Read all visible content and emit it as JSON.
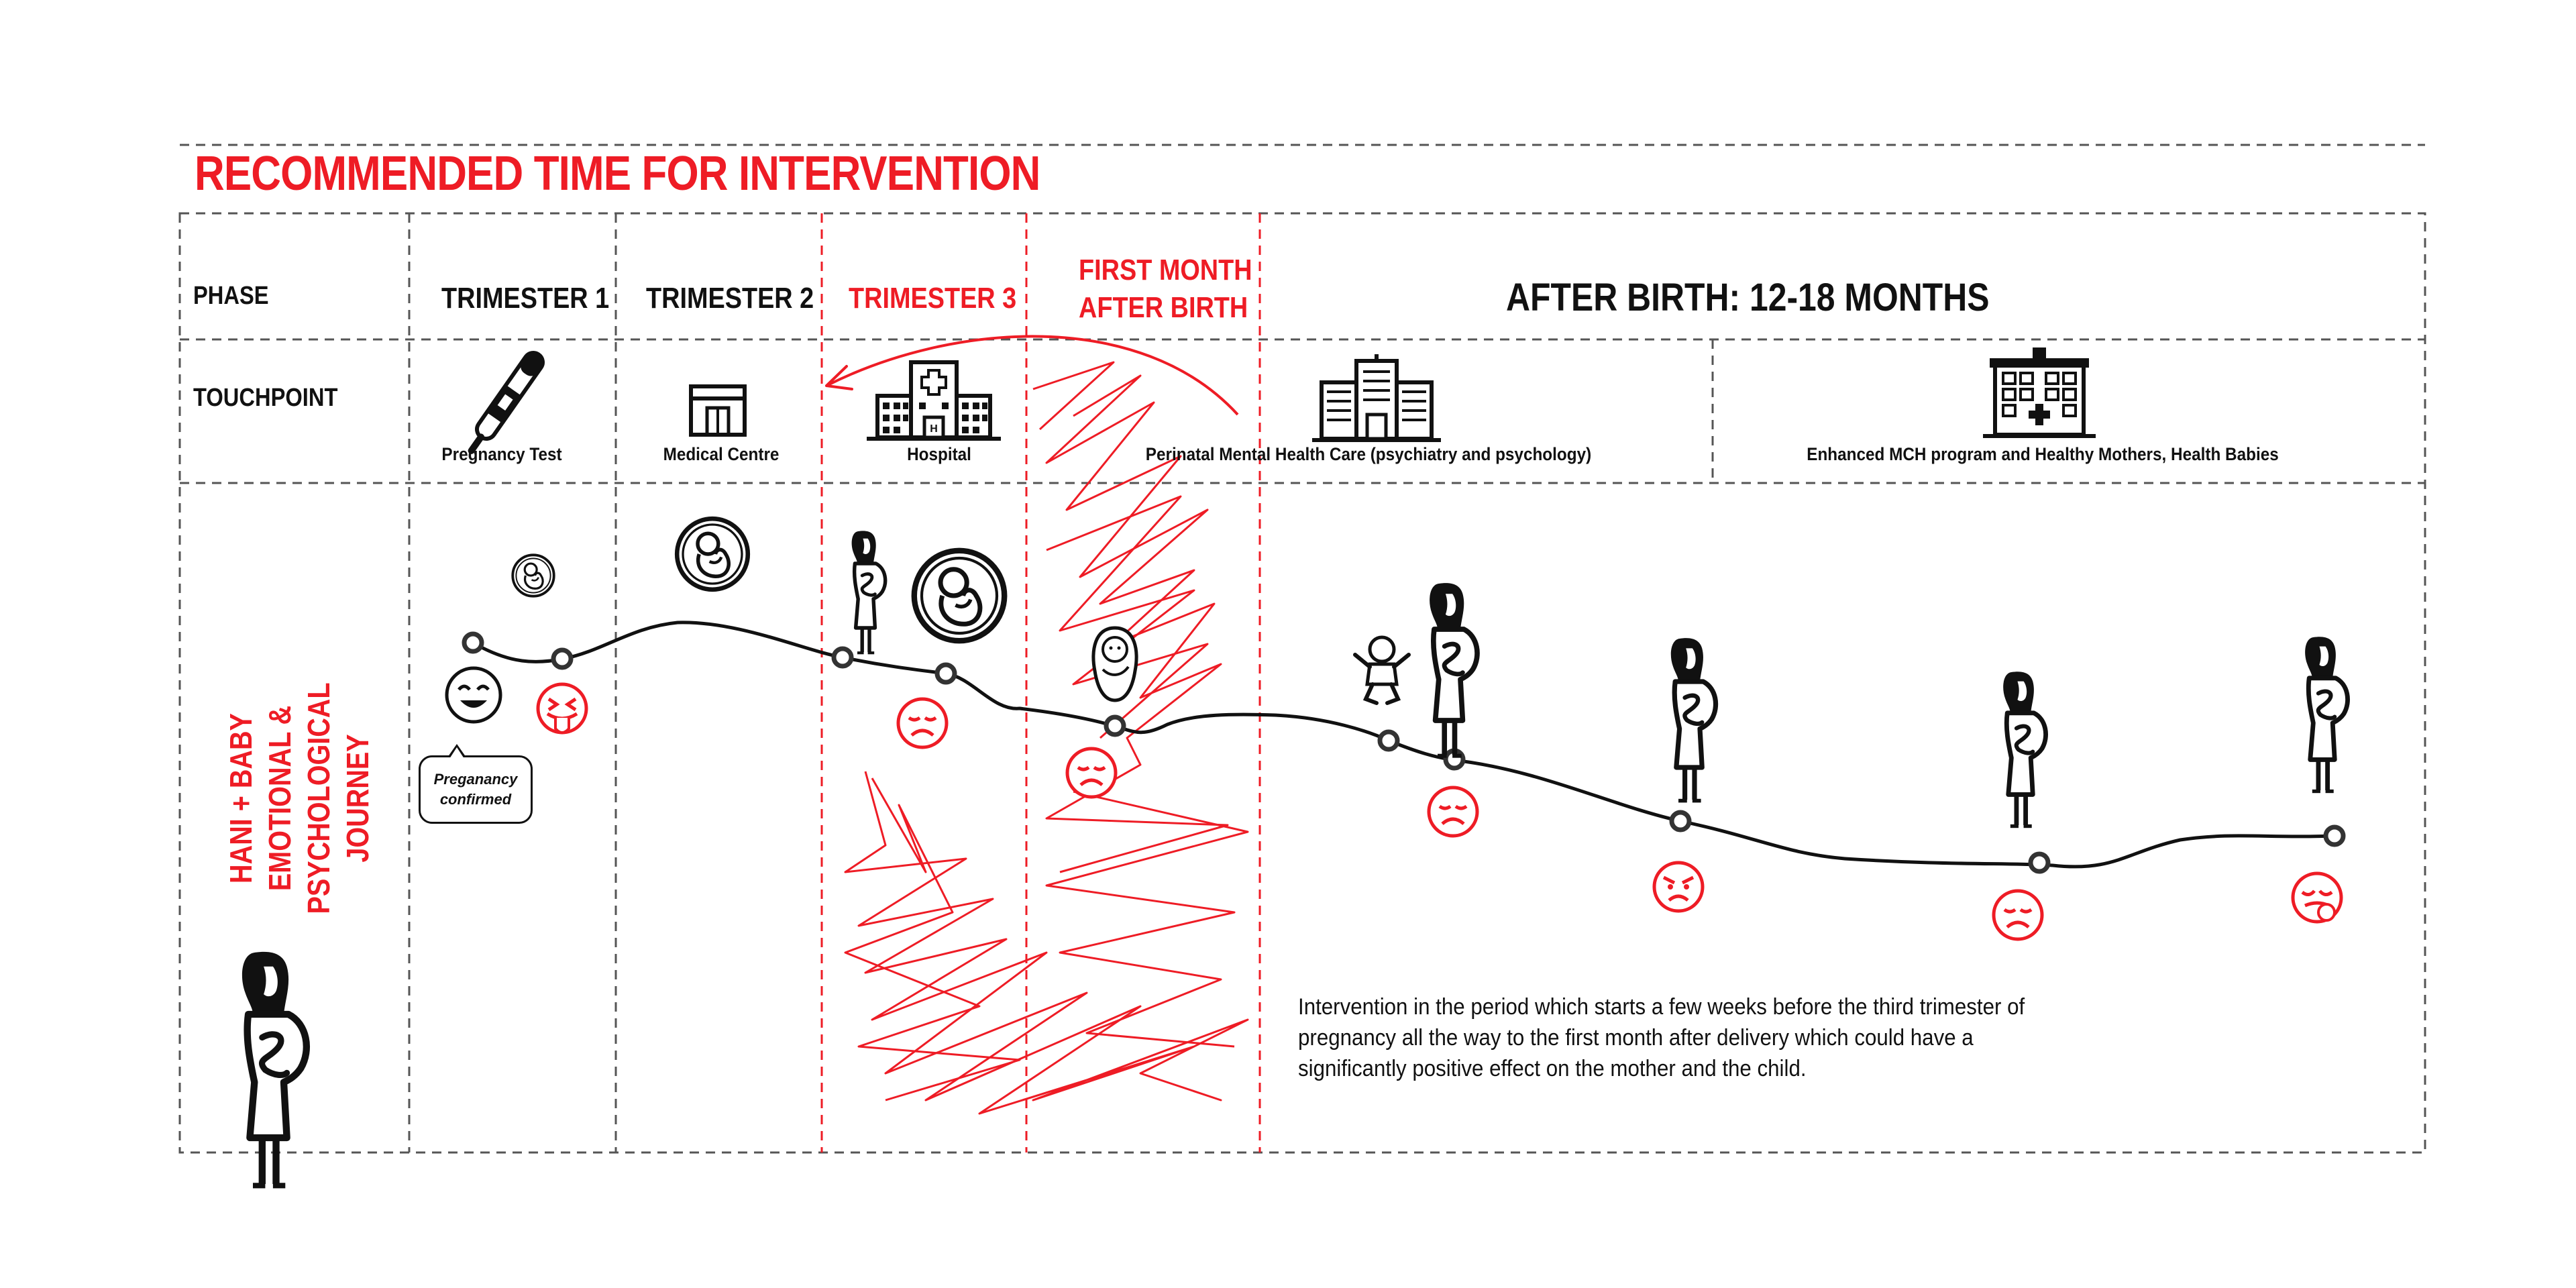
{
  "title": "RECOMMENDED TIME FOR INTERVENTION",
  "rows": {
    "phase": "PHASE",
    "touchpoint": "TOUCHPOINT",
    "journey_line1": "HANI + BABY",
    "journey_line2": "EMOTIONAL & PSYCHOLOGICAL",
    "journey_line3": "JOURNEY"
  },
  "phases": {
    "t1": "TRIMESTER 1",
    "t2": "TRIMESTER 2",
    "t3": "TRIMESTER 3",
    "fm1": "FIRST MONTH",
    "fm2": "AFTER BIRTH",
    "after": "AFTER BIRTH: 12-18 MONTHS"
  },
  "touchpoints": {
    "pregnancy_test": "Pregnancy Test",
    "medical_centre": "Medical Centre",
    "hospital": "Hospital",
    "perinatal": "Perinatal Mental Health Care (psychiatry and psychology)",
    "mch": "Enhanced MCH program and Healthy Mothers, Health Babies"
  },
  "bubble": {
    "line1": "Preganancy",
    "line2": "confirmed"
  },
  "note": "Intervention in the period which starts a few weeks before the third trimester of pregnancy all the way to the first month after delivery which could have a significantly positive effect on the mother and the child.",
  "colors": {
    "accent": "#ee1c25",
    "ink": "#111111",
    "dashed": "#555555"
  },
  "icons": [
    "pregnancy-test-icon",
    "medical-centre-icon",
    "hospital-icon",
    "health-care-building-icon",
    "mch-clinic-icon",
    "fetus-icon",
    "pregnant-woman-icon",
    "swaddled-baby-icon",
    "baby-icon",
    "smiling-face-icon",
    "tongue-out-face-icon",
    "sad-face-icon",
    "angry-face-icon",
    "nauseated-face-icon"
  ]
}
